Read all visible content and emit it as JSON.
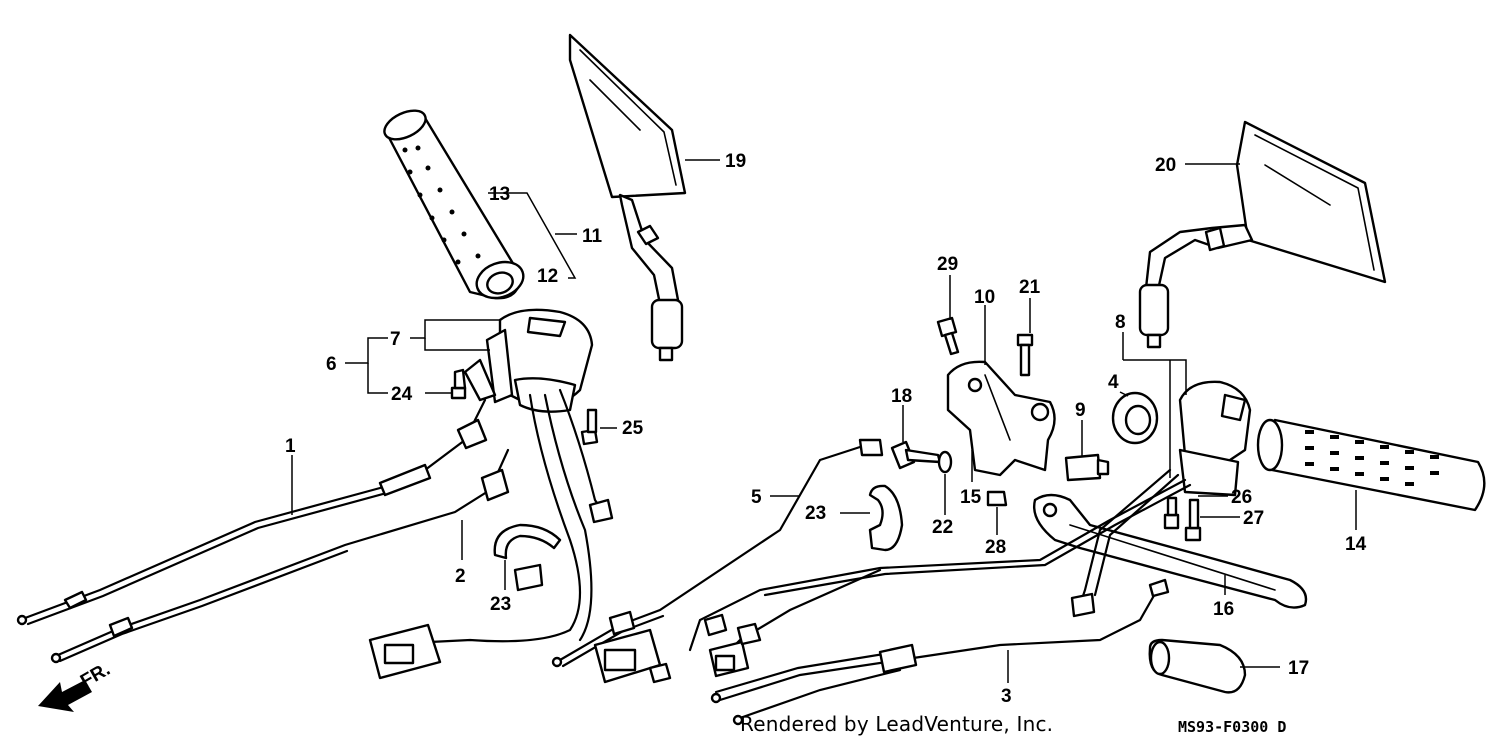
{
  "callouts": {
    "c1": "1",
    "c2": "2",
    "c3": "3",
    "c4": "4",
    "c5": "5",
    "c6": "6",
    "c7": "7",
    "c8": "8",
    "c9": "9",
    "c10": "10",
    "c11": "11",
    "c12": "12",
    "c13": "13",
    "c14": "14",
    "c15": "15",
    "c16": "16",
    "c17": "17",
    "c18": "18",
    "c19": "19",
    "c20": "20",
    "c21": "21",
    "c22": "22",
    "c23a": "23",
    "c23b": "23",
    "c24": "24",
    "c25": "25",
    "c26": "26",
    "c27": "27",
    "c28": "28",
    "c29": "29"
  },
  "direction_marker": {
    "label": "FR."
  },
  "footer": {
    "credit": "Rendered by LeadVenture, Inc.",
    "code": "MS93-F0300",
    "code_suffix": "D"
  },
  "colors": {
    "ink": "#000000",
    "paper": "#ffffff"
  }
}
